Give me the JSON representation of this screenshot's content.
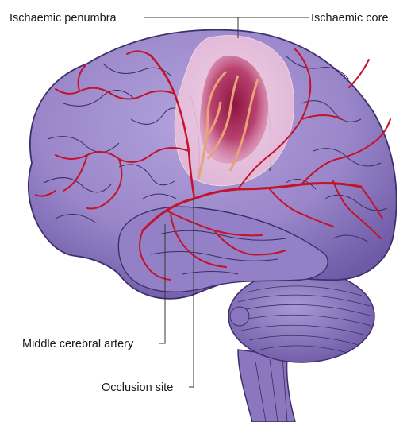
{
  "labels": {
    "penumbra": "Ischaemic penumbra",
    "core": "Ischaemic core",
    "mca": "Middle cerebral artery",
    "occlusion": "Occlusion site"
  },
  "colors": {
    "brain_fill": "#9a86c9",
    "brain_dark": "#6d5aa8",
    "brain_outline": "#3e2f6e",
    "sulcus": "#3a2c62",
    "artery": "#c4122a",
    "penumbra": "#f0c6dc",
    "core": "#9b1f4a",
    "occluded_vessel": "#e8a27a",
    "leader_line": "#333333"
  }
}
